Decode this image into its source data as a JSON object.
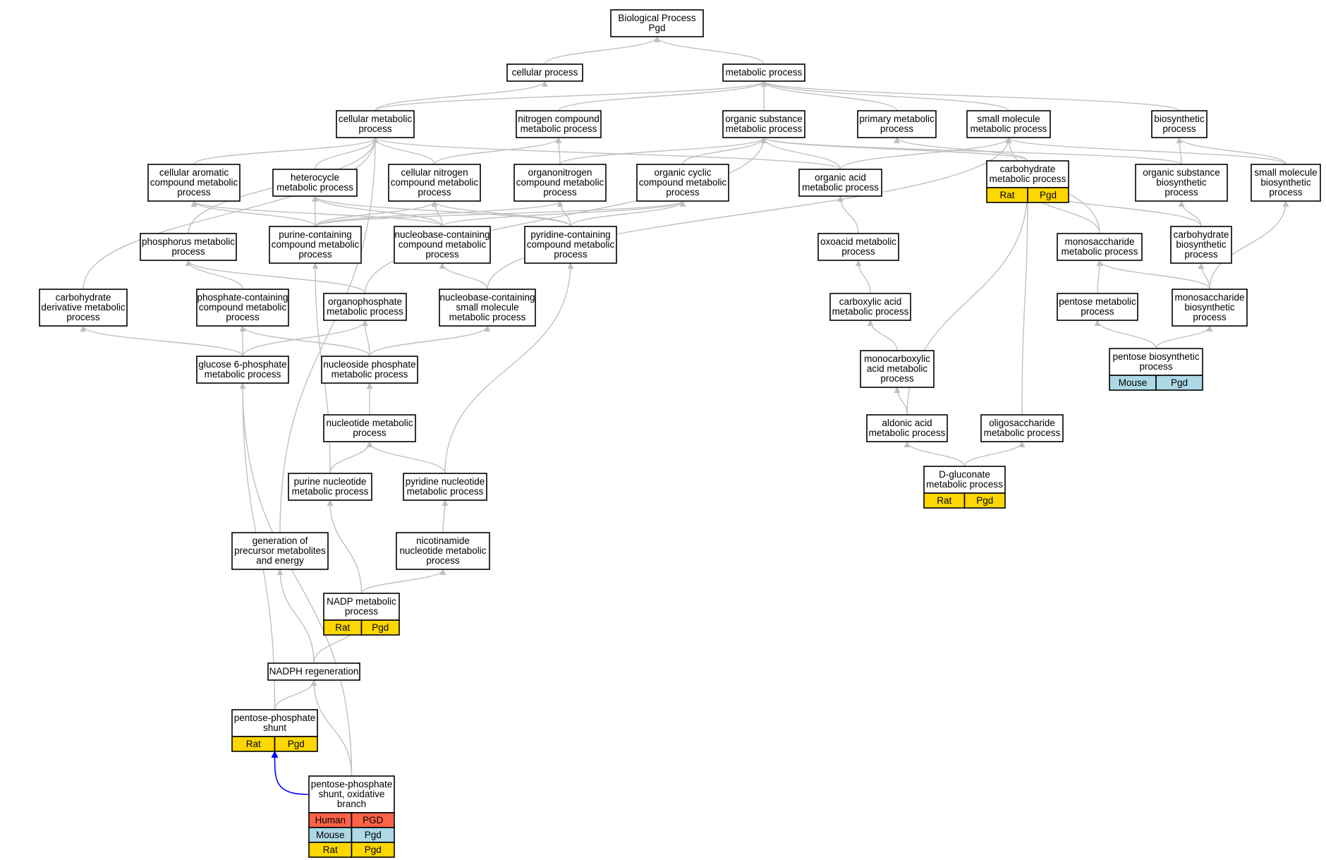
{
  "colors": {
    "edge": "#c0c0c0",
    "edge_highlight": "#0000ff",
    "node_border": "#000000",
    "Rat": "#ffd700",
    "Mouse": "#add8e6",
    "Human": "#ff6347"
  },
  "nodes": [
    {
      "id": "bp",
      "lines": [
        "Biological Process",
        "Pgd"
      ],
      "tags": []
    },
    {
      "id": "cp",
      "lines": [
        "cellular process"
      ],
      "tags": []
    },
    {
      "id": "mp",
      "lines": [
        "metabolic process"
      ],
      "tags": []
    },
    {
      "id": "cmp",
      "lines": [
        "cellular metabolic",
        "process"
      ],
      "tags": []
    },
    {
      "id": "ncmp",
      "lines": [
        "nitrogen compound",
        "metabolic process"
      ],
      "tags": []
    },
    {
      "id": "osmp",
      "lines": [
        "organic substance",
        "metabolic process"
      ],
      "tags": []
    },
    {
      "id": "pmp",
      "lines": [
        "primary metabolic",
        "process"
      ],
      "tags": []
    },
    {
      "id": "smmp",
      "lines": [
        "small molecule",
        "metabolic process"
      ],
      "tags": []
    },
    {
      "id": "bsp",
      "lines": [
        "biosynthetic",
        "process"
      ],
      "tags": []
    },
    {
      "id": "cacmp",
      "lines": [
        "cellular aromatic",
        "compound metabolic",
        "process"
      ],
      "tags": []
    },
    {
      "id": "hmp",
      "lines": [
        "heterocycle",
        "metabolic process"
      ],
      "tags": []
    },
    {
      "id": "cncmp",
      "lines": [
        "cellular nitrogen",
        "compound metabolic",
        "process"
      ],
      "tags": []
    },
    {
      "id": "oncmp",
      "lines": [
        "organonitrogen",
        "compound metabolic",
        "process"
      ],
      "tags": []
    },
    {
      "id": "occmp",
      "lines": [
        "organic cyclic",
        "compound metabolic",
        "process"
      ],
      "tags": []
    },
    {
      "id": "oamp",
      "lines": [
        "organic acid",
        "metabolic process"
      ],
      "tags": []
    },
    {
      "id": "chmp",
      "lines": [
        "carbohydrate",
        "metabolic process"
      ],
      "tags": [
        [
          "Rat",
          "Pgd"
        ]
      ]
    },
    {
      "id": "osbp",
      "lines": [
        "organic substance",
        "biosynthetic",
        "process"
      ],
      "tags": []
    },
    {
      "id": "smbp",
      "lines": [
        "small molecule",
        "biosynthetic",
        "process"
      ],
      "tags": []
    },
    {
      "id": "phmp",
      "lines": [
        "phosphorus metabolic",
        "process"
      ],
      "tags": []
    },
    {
      "id": "pccmp",
      "lines": [
        "purine-containing",
        "compound metabolic",
        "process"
      ],
      "tags": []
    },
    {
      "id": "nbccmp",
      "lines": [
        "nucleobase-containing",
        "compound metabolic",
        "process"
      ],
      "tags": []
    },
    {
      "id": "pyccmp",
      "lines": [
        "pyridine-containing",
        "compound metabolic",
        "process"
      ],
      "tags": []
    },
    {
      "id": "oxmp",
      "lines": [
        "oxoacid metabolic",
        "process"
      ],
      "tags": []
    },
    {
      "id": "msmp",
      "lines": [
        "monosaccharide",
        "metabolic process"
      ],
      "tags": []
    },
    {
      "id": "chbp",
      "lines": [
        "carbohydrate",
        "biosynthetic",
        "process"
      ],
      "tags": []
    },
    {
      "id": "chdmp",
      "lines": [
        "carbohydrate",
        "derivative metabolic",
        "process"
      ],
      "tags": []
    },
    {
      "id": "phccmp",
      "lines": [
        "phosphate-containing",
        "compound metabolic",
        "process"
      ],
      "tags": []
    },
    {
      "id": "opmp",
      "lines": [
        "organophosphate",
        "metabolic process"
      ],
      "tags": []
    },
    {
      "id": "nbcsmmp",
      "lines": [
        "nucleobase-containing",
        "small molecule",
        "metabolic process"
      ],
      "tags": []
    },
    {
      "id": "camp",
      "lines": [
        "carboxylic acid",
        "metabolic process"
      ],
      "tags": []
    },
    {
      "id": "pemp",
      "lines": [
        "pentose metabolic",
        "process"
      ],
      "tags": []
    },
    {
      "id": "msbp",
      "lines": [
        "monosaccharide",
        "biosynthetic",
        "process"
      ],
      "tags": []
    },
    {
      "id": "g6pmp",
      "lines": [
        "glucose 6-phosphate",
        "metabolic process"
      ],
      "tags": []
    },
    {
      "id": "nspmp",
      "lines": [
        "nucleoside phosphate",
        "metabolic process"
      ],
      "tags": []
    },
    {
      "id": "mcamp",
      "lines": [
        "monocarboxylic",
        "acid metabolic",
        "process"
      ],
      "tags": []
    },
    {
      "id": "pebp",
      "lines": [
        "pentose biosynthetic",
        "process"
      ],
      "tags": [
        [
          "Mouse",
          "Pgd"
        ]
      ]
    },
    {
      "id": "ntmp",
      "lines": [
        "nucleotide metabolic",
        "process"
      ],
      "tags": []
    },
    {
      "id": "aamp",
      "lines": [
        "aldonic acid",
        "metabolic process"
      ],
      "tags": []
    },
    {
      "id": "osmp2",
      "lines": [
        "oligosaccharide",
        "metabolic process"
      ],
      "tags": []
    },
    {
      "id": "pnmp",
      "lines": [
        "purine nucleotide",
        "metabolic process"
      ],
      "tags": []
    },
    {
      "id": "pynmp",
      "lines": [
        "pyridine nucleotide",
        "metabolic process"
      ],
      "tags": []
    },
    {
      "id": "dgmp",
      "lines": [
        "D-gluconate",
        "metabolic process"
      ],
      "tags": [
        [
          "Rat",
          "Pgd"
        ]
      ]
    },
    {
      "id": "gpme",
      "lines": [
        "generation of",
        "precursor metabolites",
        "and energy"
      ],
      "tags": []
    },
    {
      "id": "nanmp",
      "lines": [
        "nicotinamide",
        "nucleotide metabolic",
        "process"
      ],
      "tags": []
    },
    {
      "id": "nadpmp",
      "lines": [
        "NADP metabolic",
        "process"
      ],
      "tags": [
        [
          "Rat",
          "Pgd"
        ]
      ]
    },
    {
      "id": "nadphr",
      "lines": [
        "NADPH regeneration"
      ],
      "tags": []
    },
    {
      "id": "pps",
      "lines": [
        "pentose-phosphate",
        "shunt"
      ],
      "tags": [
        [
          "Rat",
          "Pgd"
        ]
      ]
    },
    {
      "id": "ppso",
      "lines": [
        "pentose-phosphate",
        "shunt, oxidative",
        "branch"
      ],
      "tags": [
        [
          "Human",
          "PGD"
        ],
        [
          "Mouse",
          "Pgd"
        ],
        [
          "Rat",
          "Pgd"
        ]
      ]
    }
  ]
}
